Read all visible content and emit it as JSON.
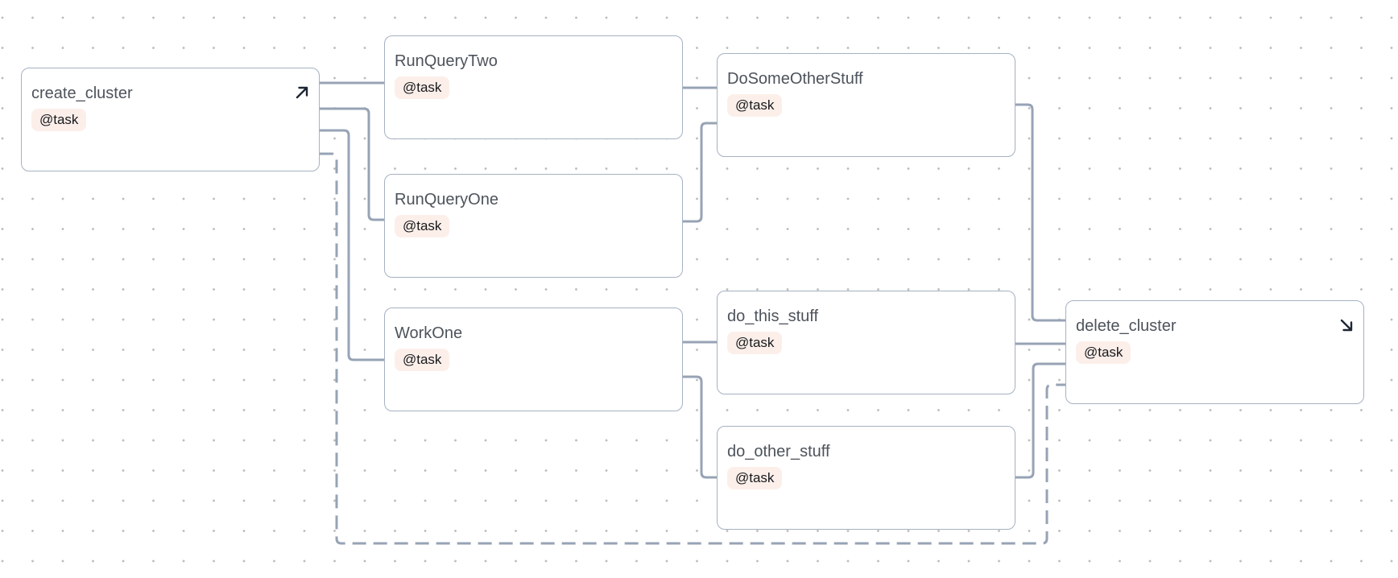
{
  "canvas": {
    "colors": {
      "bg": "#ffffff",
      "grid-dot": "#bcbcbc",
      "node-border": "#a6b1c2",
      "edge-color": "#97a3b5",
      "title-color": "#4d535b",
      "badge-bg": "#fcefe9",
      "badge-text": "#17191e",
      "icon-color": "#1d2634"
    }
  },
  "nodes": [
    {
      "title": "create_cluster",
      "badge": "@task",
      "icon": "arrow-up-right-icon"
    },
    {
      "title": "RunQueryTwo",
      "badge": "@task",
      "icon": ""
    },
    {
      "title": "RunQueryOne",
      "badge": "@task",
      "icon": ""
    },
    {
      "title": "WorkOne",
      "badge": "@task",
      "icon": ""
    },
    {
      "title": "DoSomeOtherStuff",
      "badge": "@task",
      "icon": ""
    },
    {
      "title": "do_this_stuff",
      "badge": "@task",
      "icon": ""
    },
    {
      "title": "do_other_stuff",
      "badge": "@task",
      "icon": ""
    },
    {
      "title": "delete_cluster",
      "badge": "@task",
      "icon": "arrow-down-right-icon"
    }
  ],
  "edges": [
    {
      "from": "create_cluster",
      "to": "RunQueryTwo",
      "style": "solid"
    },
    {
      "from": "create_cluster",
      "to": "RunQueryOne",
      "style": "solid"
    },
    {
      "from": "create_cluster",
      "to": "WorkOne",
      "style": "solid"
    },
    {
      "from": "create_cluster",
      "to": "delete_cluster",
      "style": "dashed"
    },
    {
      "from": "RunQueryTwo",
      "to": "DoSomeOtherStuff",
      "style": "solid"
    },
    {
      "from": "RunQueryOne",
      "to": "DoSomeOtherStuff",
      "style": "solid"
    },
    {
      "from": "WorkOne",
      "to": "do_this_stuff",
      "style": "solid"
    },
    {
      "from": "WorkOne",
      "to": "do_other_stuff",
      "style": "solid"
    },
    {
      "from": "DoSomeOtherStuff",
      "to": "delete_cluster",
      "style": "solid"
    },
    {
      "from": "do_this_stuff",
      "to": "delete_cluster",
      "style": "solid"
    },
    {
      "from": "do_other_stuff",
      "to": "delete_cluster",
      "style": "solid"
    }
  ]
}
